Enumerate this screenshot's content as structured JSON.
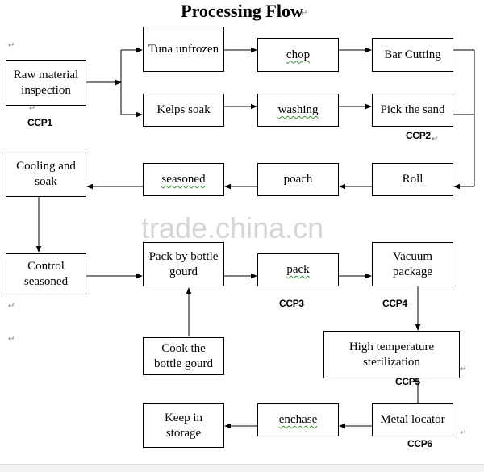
{
  "title": "Processing Flow",
  "watermark": "trade.china.cn",
  "boxes": {
    "raw_material": "Raw material inspection",
    "tuna_unfrozen": "Tuna unfrozen",
    "chop": "chop",
    "bar_cutting": "Bar Cutting",
    "kelps_soak": "Kelps soak",
    "washing": "washing",
    "pick_sand": "Pick the sand",
    "cooling_soak": "Cooling and soak",
    "seasoned": "seasoned",
    "poach": "poach",
    "roll": "Roll",
    "control_seasoned": "Control seasoned",
    "pack_bottle_gourd": "Pack by bottle gourd",
    "pack": "pack",
    "vacuum_package": "Vacuum package",
    "cook_bottle_gourd": "Cook the bottle gourd",
    "high_temp": "High temperature sterilization",
    "keep_storage": "Keep in storage",
    "enchase": "enchase",
    "metal_locator": "Metal locator"
  },
  "ccp": {
    "ccp1": "CCP1",
    "ccp2": "CCP2",
    "ccp3": "CCP3",
    "ccp4": "CCP4",
    "ccp5": "CCP5",
    "ccp6": "CCP6"
  }
}
